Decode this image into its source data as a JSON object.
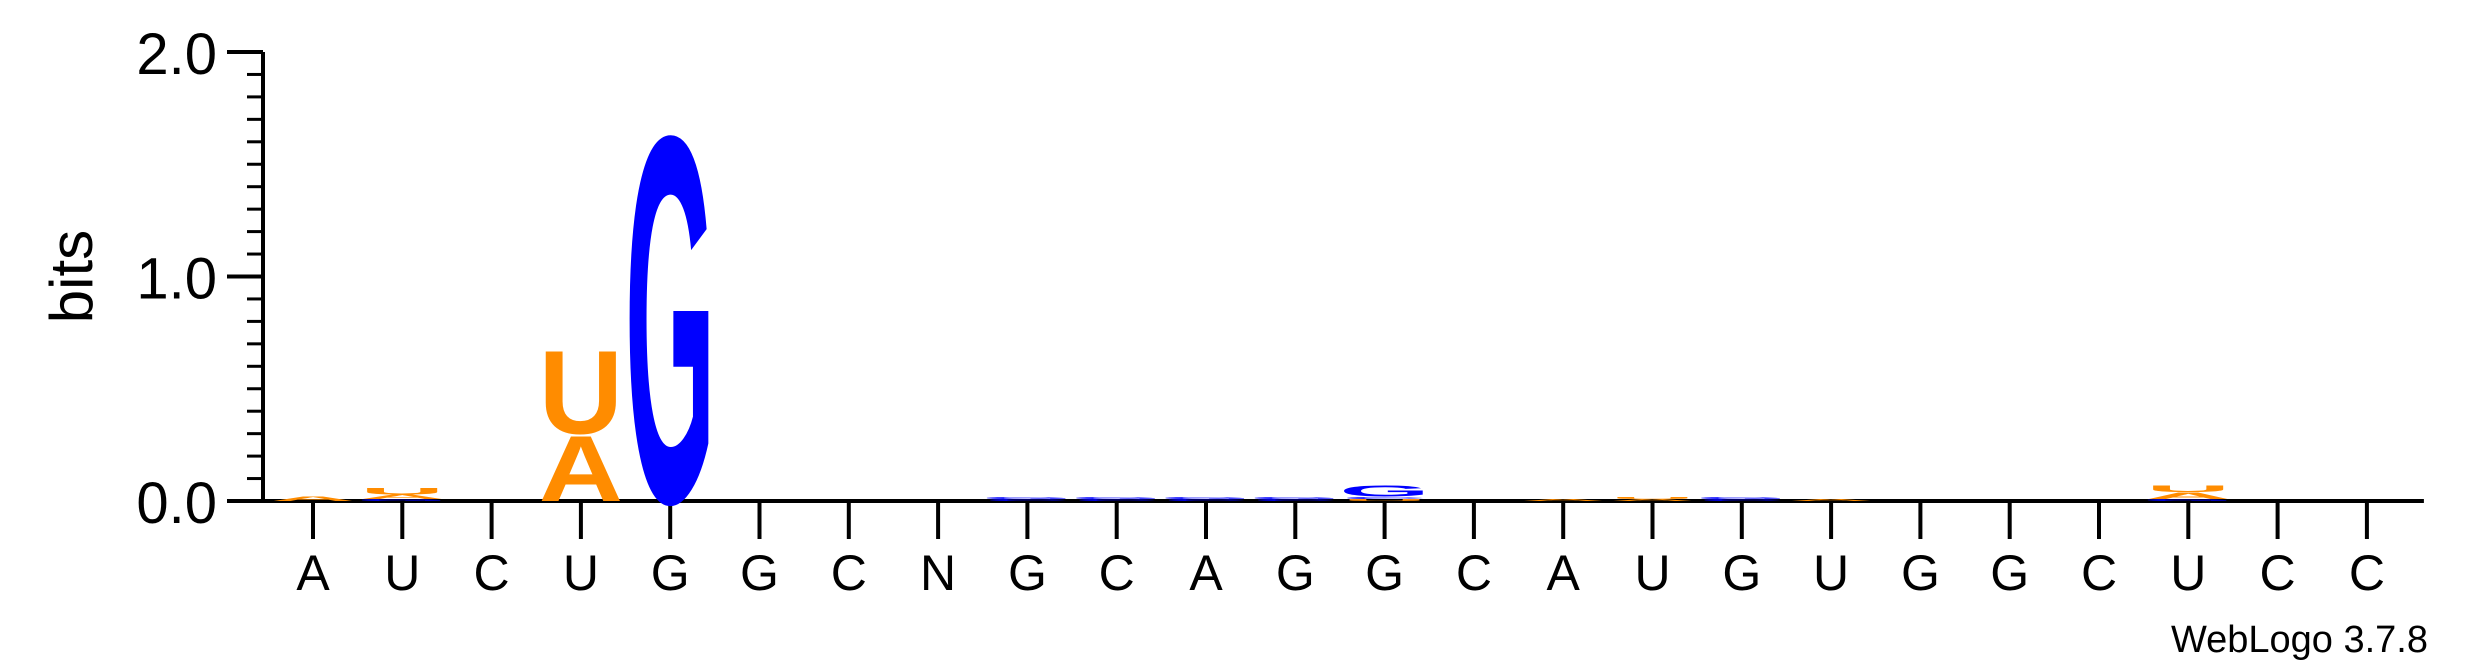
{
  "chart_data": {
    "type": "sequence-logo",
    "ylabel": "bits",
    "ylim": [
      0,
      2.0
    ],
    "yticks": [
      "0.0",
      "1.0",
      "2.0"
    ],
    "xtick_labels": [
      "A",
      "U",
      "C",
      "U",
      "G",
      "G",
      "C",
      "N",
      "G",
      "C",
      "A",
      "G",
      "G",
      "C",
      "A",
      "U",
      "G",
      "U",
      "G",
      "G",
      "C",
      "U",
      "C",
      "C"
    ],
    "footer": "WebLogo 3.7.8",
    "colors": {
      "G": "#0000ff",
      "U": "#ff8c00",
      "A": "#ff8c00",
      "C": "#0000ff"
    },
    "stacks": [
      {
        "position": 1,
        "letters": [
          {
            "letter": "A",
            "bits": 0.02
          }
        ]
      },
      {
        "position": 2,
        "letters": [
          {
            "letter": "G",
            "bits": 0.01
          },
          {
            "letter": "A",
            "bits": 0.02
          },
          {
            "letter": "U",
            "bits": 0.03
          }
        ]
      },
      {
        "position": 3,
        "letters": []
      },
      {
        "position": 4,
        "letters": [
          {
            "letter": "A",
            "bits": 0.3
          },
          {
            "letter": "U",
            "bits": 0.38
          }
        ]
      },
      {
        "position": 5,
        "letters": [
          {
            "letter": "G",
            "bits": 1.68
          }
        ]
      },
      {
        "position": 6,
        "letters": []
      },
      {
        "position": 7,
        "letters": []
      },
      {
        "position": 8,
        "letters": []
      },
      {
        "position": 9,
        "letters": [
          {
            "letter": "C",
            "bits": 0.01
          },
          {
            "letter": "G",
            "bits": 0.01
          }
        ]
      },
      {
        "position": 10,
        "letters": [
          {
            "letter": "C",
            "bits": 0.01
          },
          {
            "letter": "G",
            "bits": 0.01
          }
        ]
      },
      {
        "position": 11,
        "letters": [
          {
            "letter": "C",
            "bits": 0.01
          },
          {
            "letter": "G",
            "bits": 0.01
          }
        ]
      },
      {
        "position": 12,
        "letters": [
          {
            "letter": "C",
            "bits": 0.01
          },
          {
            "letter": "G",
            "bits": 0.01
          }
        ]
      },
      {
        "position": 13,
        "letters": [
          {
            "letter": "U",
            "bits": 0.01
          },
          {
            "letter": "C",
            "bits": 0.01
          },
          {
            "letter": "G",
            "bits": 0.05
          }
        ]
      },
      {
        "position": 14,
        "letters": []
      },
      {
        "position": 15,
        "letters": [
          {
            "letter": "A",
            "bits": 0.01
          }
        ]
      },
      {
        "position": 16,
        "letters": [
          {
            "letter": "A",
            "bits": 0.01
          },
          {
            "letter": "U",
            "bits": 0.01
          }
        ]
      },
      {
        "position": 17,
        "letters": [
          {
            "letter": "C",
            "bits": 0.01
          },
          {
            "letter": "G",
            "bits": 0.01
          }
        ]
      },
      {
        "position": 18,
        "letters": [
          {
            "letter": "A",
            "bits": 0.01
          }
        ]
      },
      {
        "position": 19,
        "letters": []
      },
      {
        "position": 20,
        "letters": []
      },
      {
        "position": 21,
        "letters": []
      },
      {
        "position": 22,
        "letters": [
          {
            "letter": "G",
            "bits": 0.01
          },
          {
            "letter": "A",
            "bits": 0.03
          },
          {
            "letter": "U",
            "bits": 0.03
          }
        ]
      },
      {
        "position": 23,
        "letters": []
      },
      {
        "position": 24,
        "letters": []
      }
    ]
  }
}
